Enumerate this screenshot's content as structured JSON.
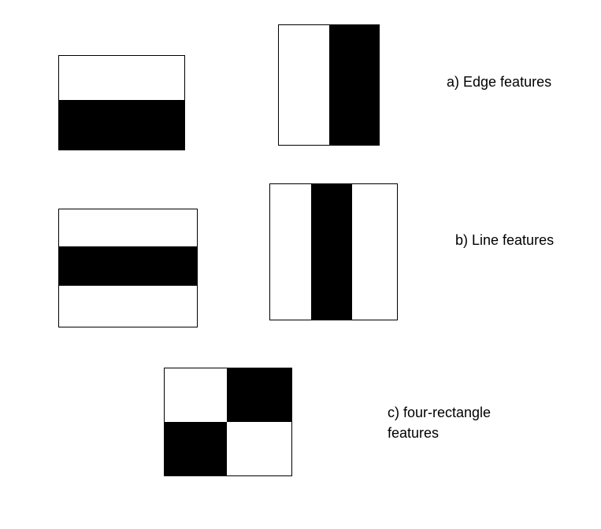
{
  "colors": {
    "dark": "#000000",
    "light": "#ffffff"
  },
  "labels": {
    "edge": "a) Edge features",
    "line": "b) Line features",
    "four_rect_line1": "c) four-rectangle",
    "four_rect_line2": "features"
  }
}
